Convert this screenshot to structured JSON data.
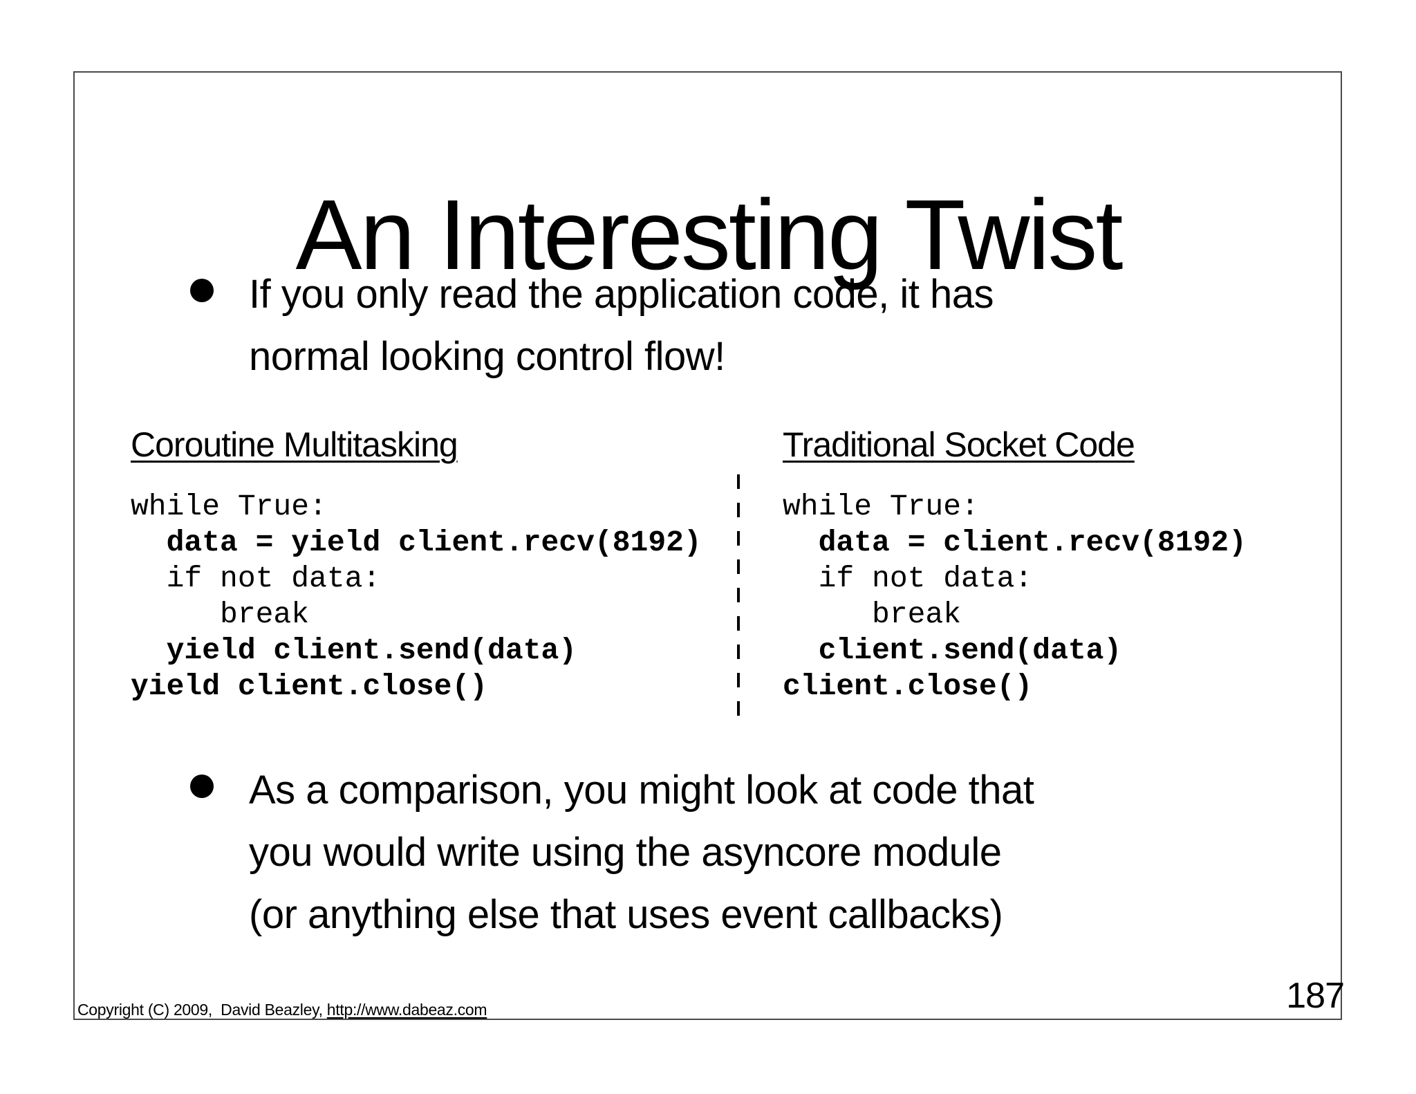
{
  "page": {
    "number": "187",
    "background_color": "#ffffff",
    "border_color": "#4a4a4a",
    "text_color": "#000000"
  },
  "title": "An Interesting Twist",
  "bullets": [
    {
      "lines": [
        "If you only read the application code, it has",
        "normal looking control flow!"
      ]
    },
    {
      "lines": [
        "As a comparison, you might look at code that",
        "you would write using the asyncore module",
        "(or anything else that uses event callbacks)"
      ]
    }
  ],
  "columns": {
    "left": {
      "heading": "Coroutine Multitasking",
      "code": [
        {
          "text": "while True:",
          "bold": false
        },
        {
          "text": "  data = yield client.recv(8192)",
          "bold": true
        },
        {
          "text": "  if not data:",
          "bold": false
        },
        {
          "text": "     break",
          "bold": false
        },
        {
          "text": "  yield client.send(data)",
          "bold": true
        },
        {
          "text": "yield client.close()",
          "bold": true
        }
      ]
    },
    "right": {
      "heading": "Traditional Socket Code",
      "code": [
        {
          "text": "while True:",
          "bold": false
        },
        {
          "text": "  data = client.recv(8192)",
          "bold": true
        },
        {
          "text": "  if not data:",
          "bold": false
        },
        {
          "text": "     break",
          "bold": false
        },
        {
          "text": "  client.send(data)",
          "bold": true
        },
        {
          "text": "client.close()",
          "bold": true
        }
      ]
    }
  },
  "footer": {
    "copyright_prefix": "Copyright (C) 2009,  David Beazley, ",
    "link": "http://www.dabeaz.com"
  }
}
